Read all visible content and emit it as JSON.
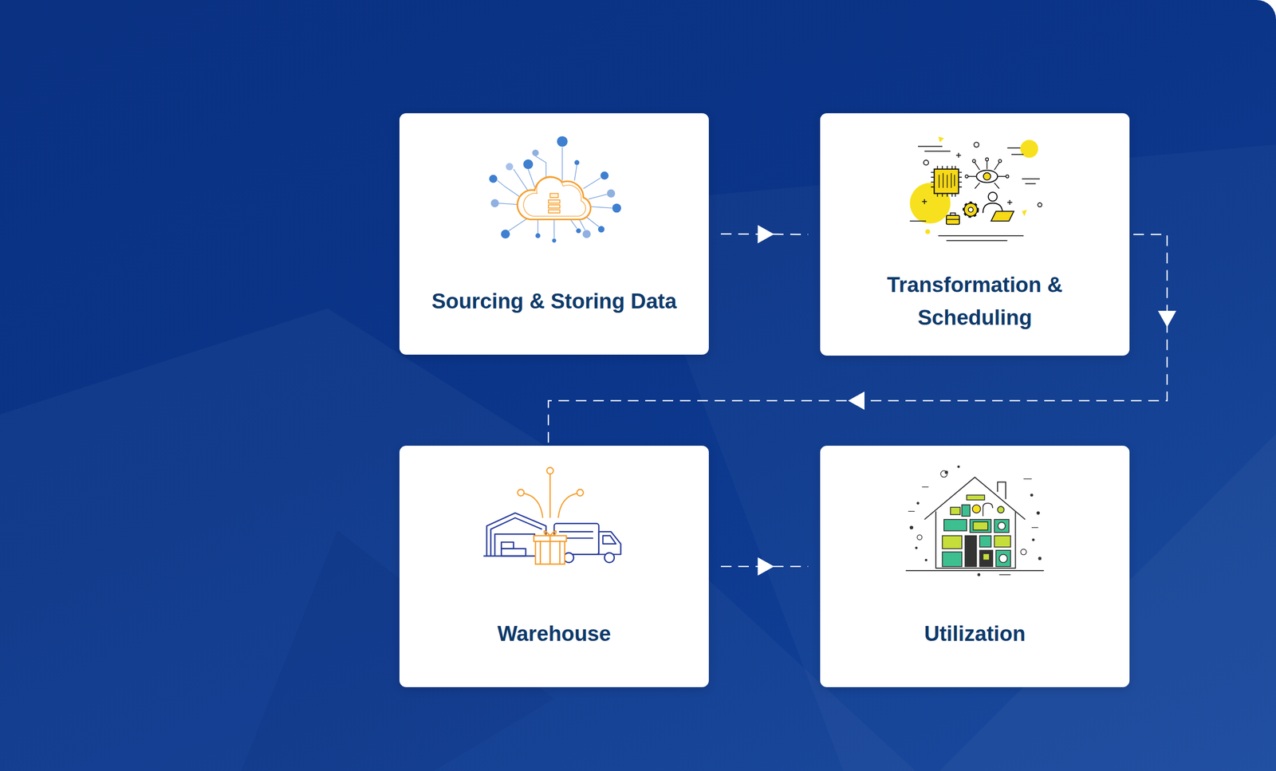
{
  "diagram": {
    "nodes": [
      {
        "text": [
          "Sourcing & Storing Data"
        ]
      },
      {
        "text": [
          "Transformation & Scheduling"
        ]
      },
      {
        "text": [
          "Warehouse"
        ]
      },
      {
        "text": [
          "Utilization"
        ]
      }
    ],
    "edges": [
      {
        "from": 0,
        "to": 1,
        "arrow": "to"
      },
      {
        "from": 1,
        "to": 2,
        "arrow": "to"
      },
      {
        "from": 2,
        "to": 3,
        "arrow": "to"
      }
    ]
  }
}
